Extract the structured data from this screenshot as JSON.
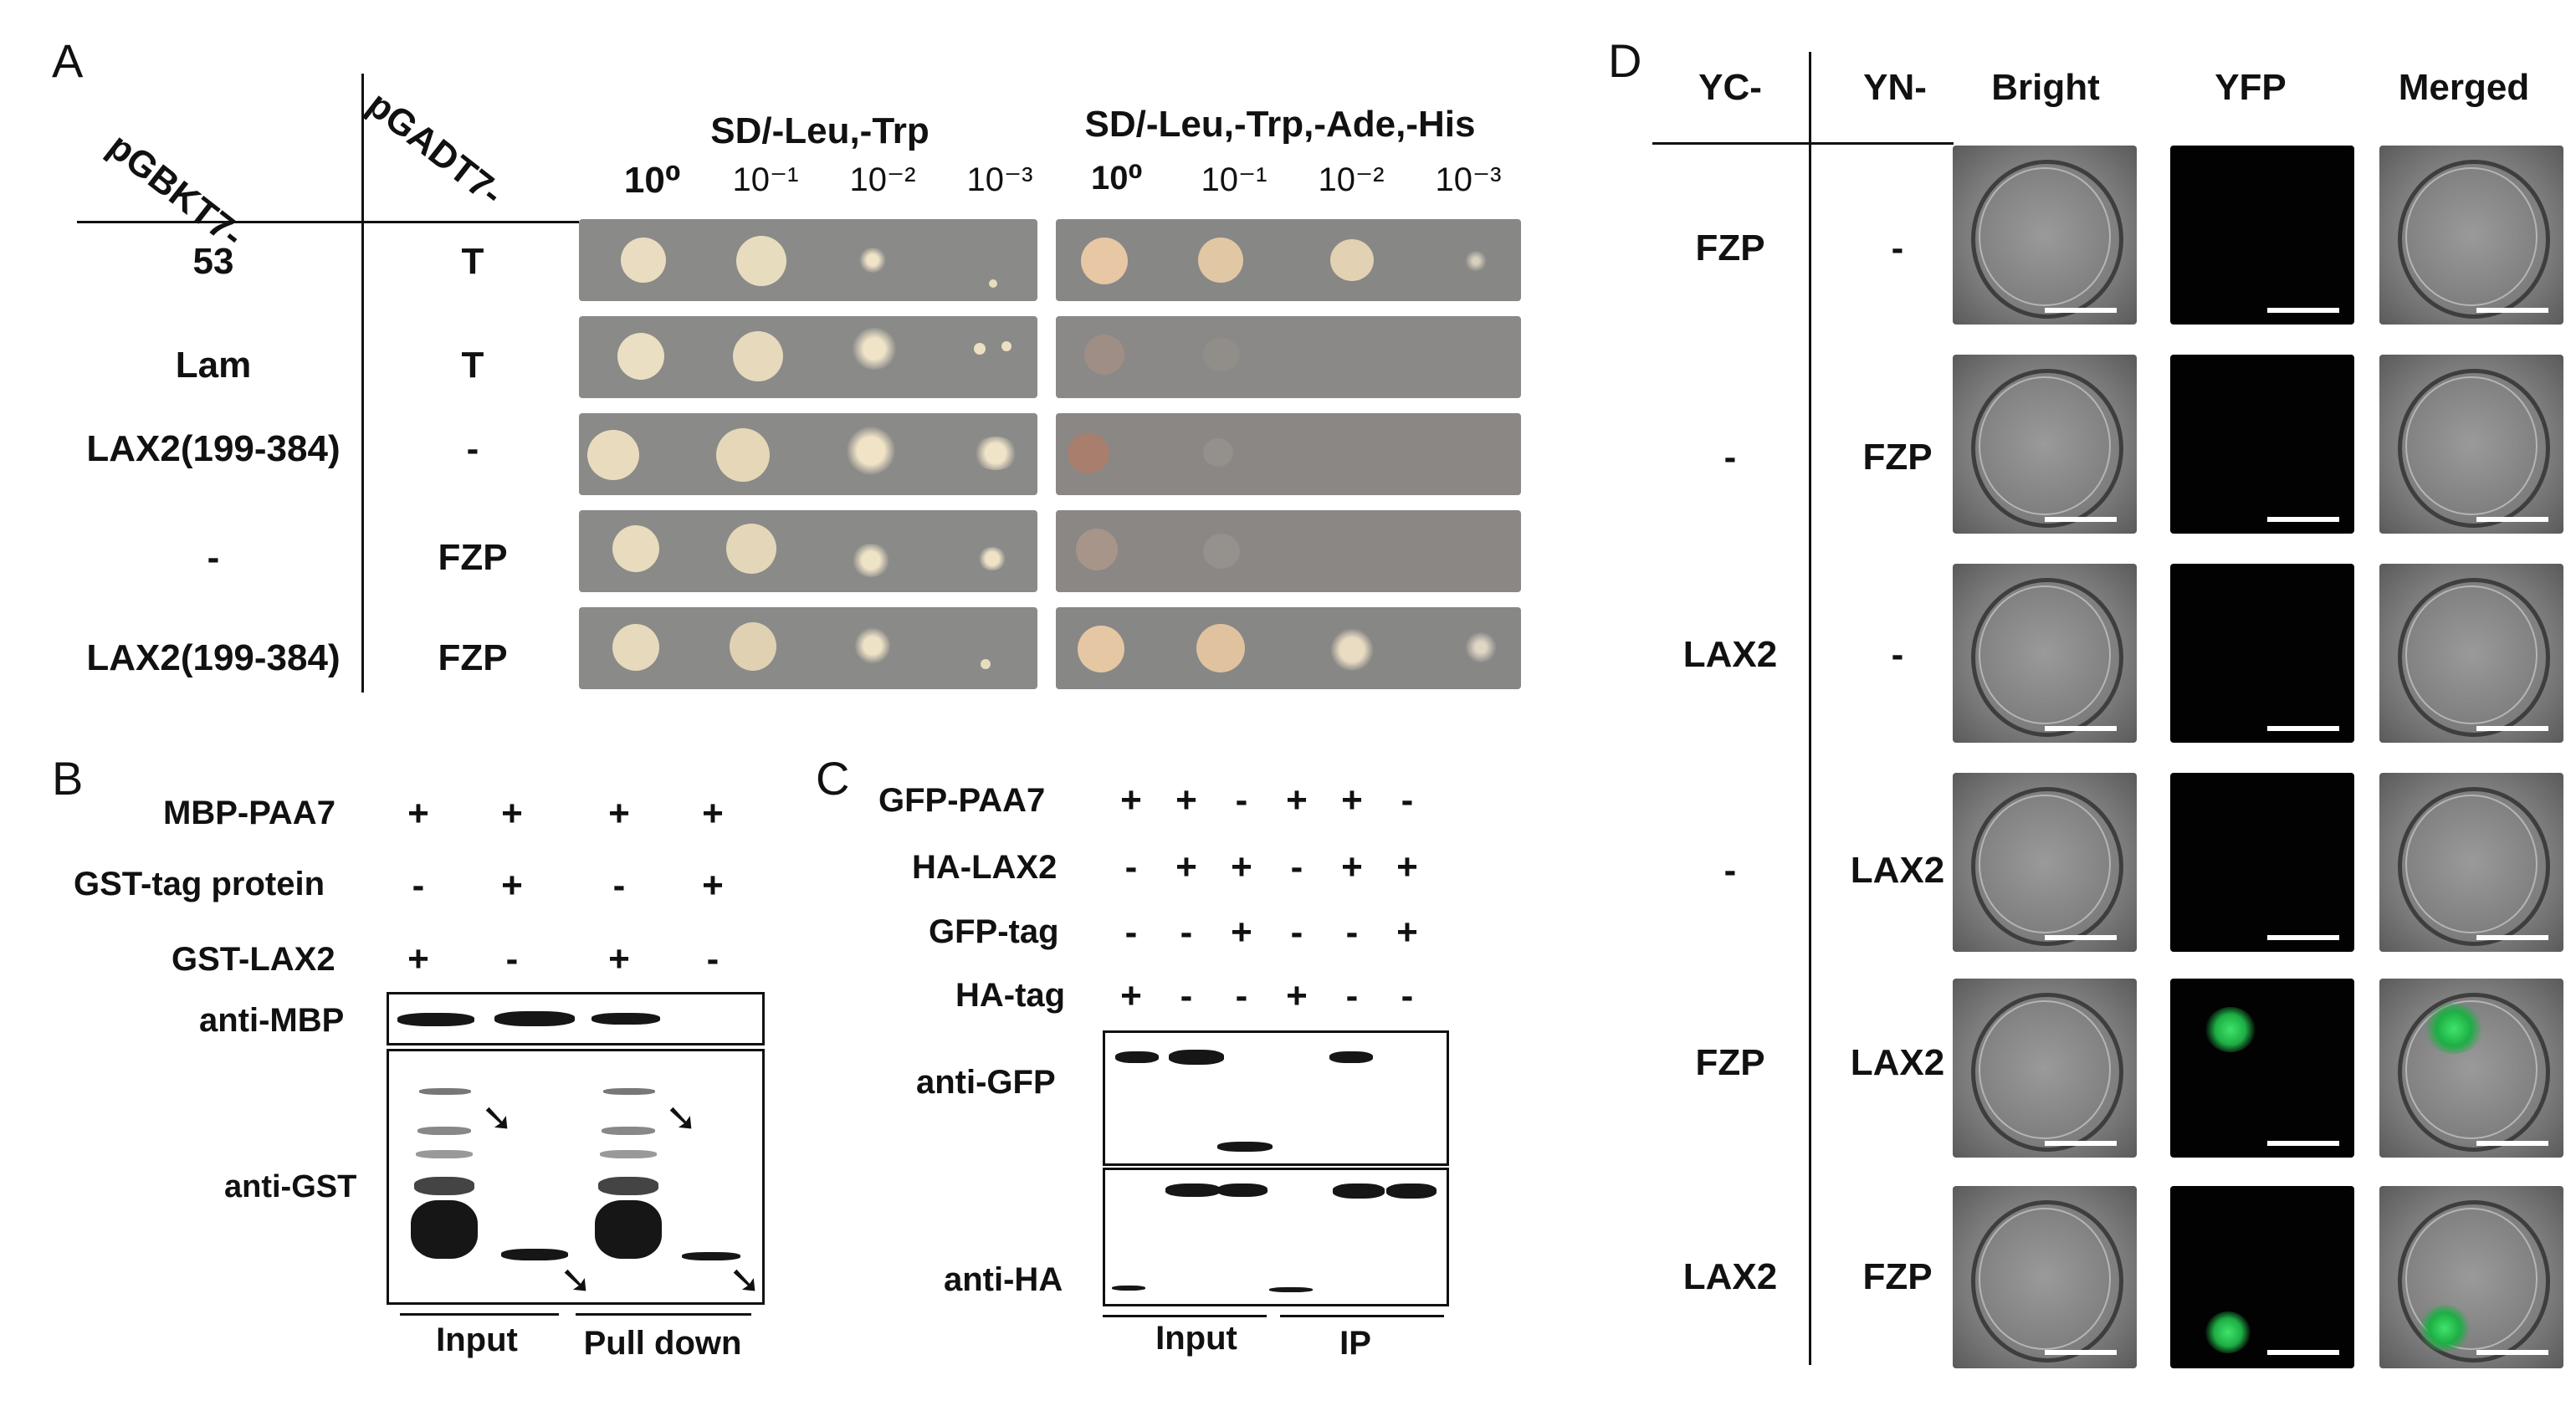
{
  "panelA": {
    "label": "A",
    "header_bait": "pGBKT7-",
    "header_prey": "pGADT7-",
    "plate1_title": "SD/-Leu,-Trp",
    "plate2_title": "SD/-Leu,-Trp,-Ade,-His",
    "dilutions_plate1": [
      "10⁰",
      "10⁻¹",
      "10⁻²",
      "10⁻³"
    ],
    "dilutions_plate2": [
      "10⁰",
      "10⁻¹",
      "10⁻²",
      "10⁻³"
    ],
    "rows": [
      {
        "bait": "53",
        "prey": "T"
      },
      {
        "bait": "Lam",
        "prey": "T"
      },
      {
        "bait": "LAX2(199-384)",
        "prey": "-"
      },
      {
        "bait": "-",
        "prey": "FZP"
      },
      {
        "bait": "LAX2(199-384)",
        "prey": "FZP"
      }
    ]
  },
  "panelB": {
    "label": "B",
    "rows": [
      {
        "name": "MBP-PAA7",
        "signs": [
          "+",
          "+",
          "+",
          "+"
        ]
      },
      {
        "name": "GST-tag protein",
        "signs": [
          "-",
          "+",
          "-",
          "+"
        ]
      },
      {
        "name": "GST-LAX2",
        "signs": [
          "+",
          "-",
          "+",
          "-"
        ]
      }
    ],
    "blot1_label": "anti-MBP",
    "blot2_label": "anti-GST",
    "group1": "Input",
    "group2": "Pull down"
  },
  "panelC": {
    "label": "C",
    "rows": [
      {
        "name": "GFP-PAA7",
        "signs": [
          "+",
          "+",
          "-",
          "+",
          "+",
          "-"
        ]
      },
      {
        "name": "HA-LAX2",
        "signs": [
          "-",
          "+",
          "+",
          "-",
          "+",
          "+"
        ]
      },
      {
        "name": "GFP-tag",
        "signs": [
          "-",
          "-",
          "+",
          "-",
          "-",
          "+"
        ]
      },
      {
        "name": "HA-tag",
        "signs": [
          "+",
          "-",
          "-",
          "+",
          "-",
          "-"
        ]
      }
    ],
    "blot1_label": "anti-GFP",
    "blot2_label": "anti-HA",
    "group1": "Input",
    "group2": "IP"
  },
  "panelD": {
    "label": "D",
    "col_yc": "YC-",
    "col_yn": "YN-",
    "col_bright": "Bright",
    "col_yfp": "YFP",
    "col_merged": "Merged",
    "rows": [
      {
        "yc": "FZP",
        "yn": "-"
      },
      {
        "yc": "-",
        "yn": "FZP"
      },
      {
        "yc": "LAX2",
        "yn": "-"
      },
      {
        "yc": "-",
        "yn": "LAX2"
      },
      {
        "yc": "FZP",
        "yn": "LAX2"
      },
      {
        "yc": "LAX2",
        "yn": "FZP"
      }
    ]
  }
}
